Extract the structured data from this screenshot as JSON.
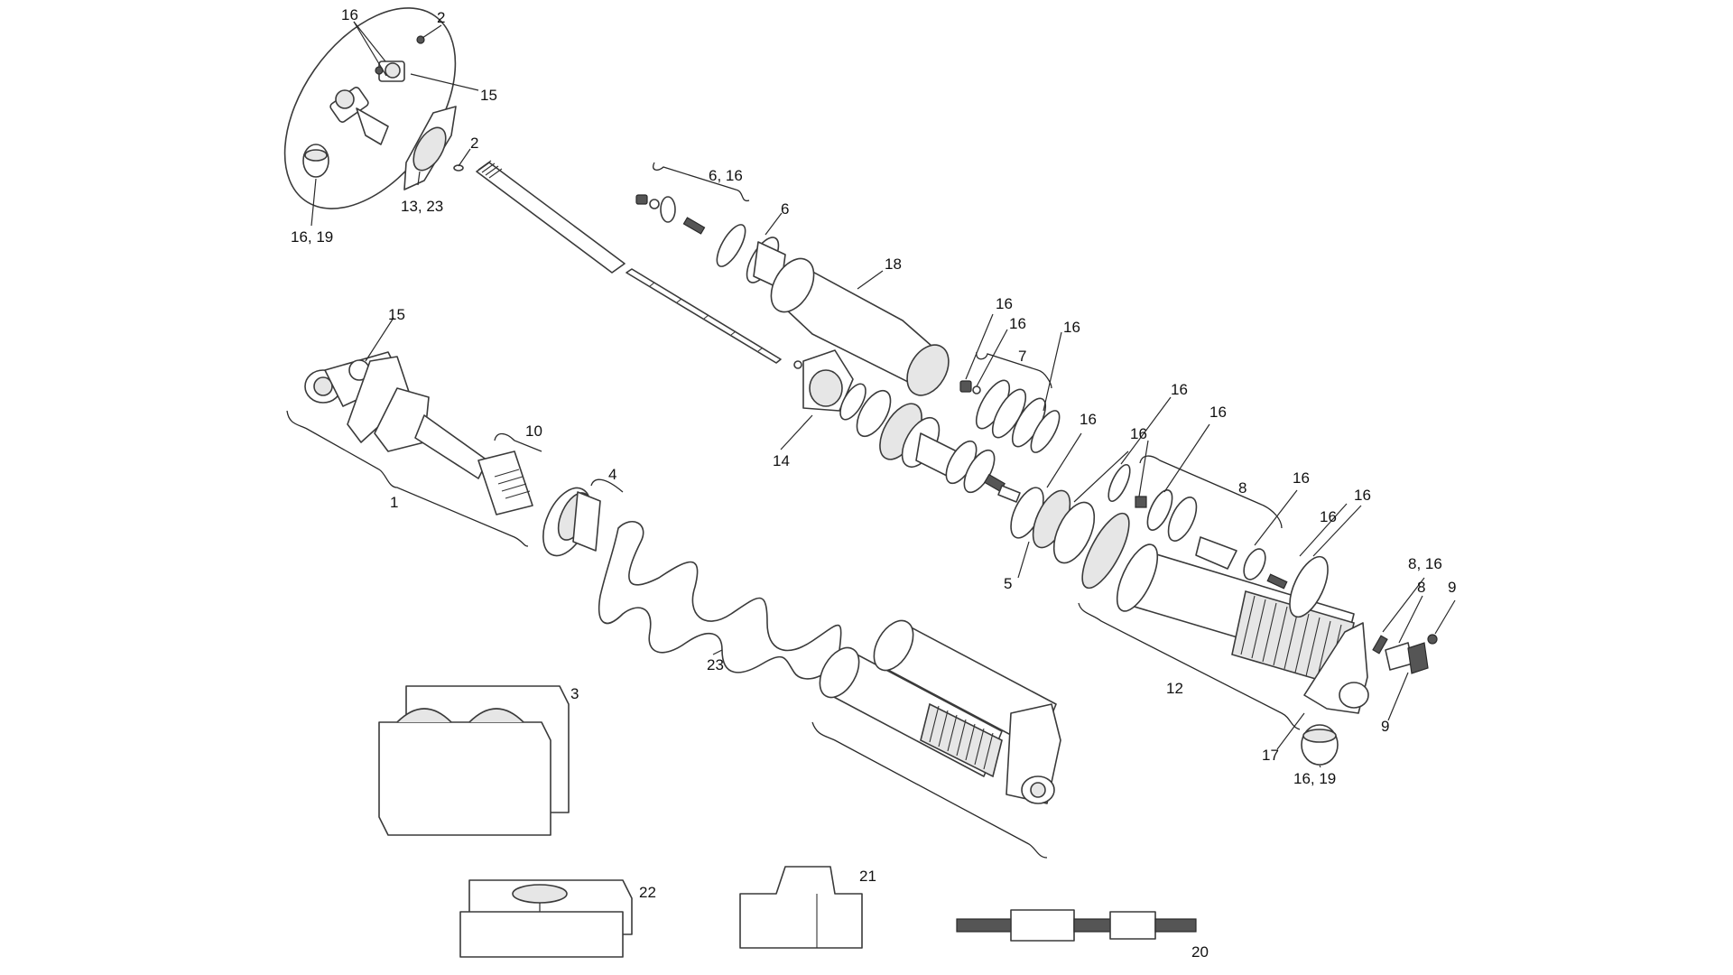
{
  "diagram": {
    "type": "exploded-parts-view",
    "colors": {
      "line": "#3a3a3a",
      "shade": "#e6e6e6",
      "dark": "#555555",
      "background": "#ffffff"
    },
    "callouts": [
      {
        "id": "c16a",
        "text": "16"
      },
      {
        "id": "c2a",
        "text": "2"
      },
      {
        "id": "c15a",
        "text": "15"
      },
      {
        "id": "c2b",
        "text": "2"
      },
      {
        "id": "c13_23",
        "text": "13, 23"
      },
      {
        "id": "c16_19a",
        "text": "16, 19"
      },
      {
        "id": "c6_16",
        "text": "6, 16"
      },
      {
        "id": "c6",
        "text": "6"
      },
      {
        "id": "c18",
        "text": "18"
      },
      {
        "id": "c16b",
        "text": "16"
      },
      {
        "id": "c16c",
        "text": "16"
      },
      {
        "id": "c16d",
        "text": "16"
      },
      {
        "id": "c7",
        "text": "7"
      },
      {
        "id": "c15b",
        "text": "15"
      },
      {
        "id": "c10",
        "text": "10"
      },
      {
        "id": "c4",
        "text": "4"
      },
      {
        "id": "c14",
        "text": "14"
      },
      {
        "id": "c1",
        "text": "1"
      },
      {
        "id": "c16e",
        "text": "16"
      },
      {
        "id": "c16f",
        "text": "16"
      },
      {
        "id": "c16g",
        "text": "16"
      },
      {
        "id": "c16h",
        "text": "16"
      },
      {
        "id": "c8a",
        "text": "8"
      },
      {
        "id": "c16i",
        "text": "16"
      },
      {
        "id": "c16j",
        "text": "16"
      },
      {
        "id": "c16k",
        "text": "16"
      },
      {
        "id": "c5",
        "text": "5"
      },
      {
        "id": "c8_16",
        "text": "8, 16"
      },
      {
        "id": "c8b",
        "text": "8"
      },
      {
        "id": "c9a",
        "text": "9"
      },
      {
        "id": "c9b",
        "text": "9"
      },
      {
        "id": "c12",
        "text": "12"
      },
      {
        "id": "c17",
        "text": "17"
      },
      {
        "id": "c16_19b",
        "text": "16, 19"
      },
      {
        "id": "c23",
        "text": "23"
      },
      {
        "id": "c3",
        "text": "3"
      },
      {
        "id": "c22",
        "text": "22"
      },
      {
        "id": "c21",
        "text": "21"
      },
      {
        "id": "c20",
        "text": "20"
      }
    ]
  }
}
